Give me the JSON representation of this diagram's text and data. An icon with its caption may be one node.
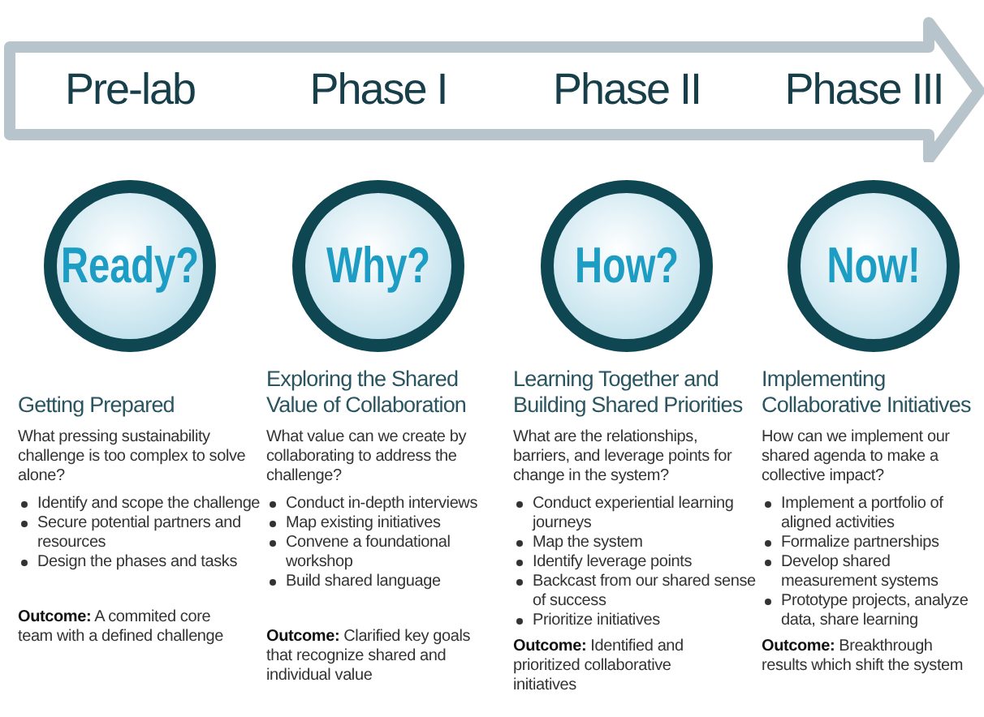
{
  "diagram": {
    "nodes": [
      {
        "text": [
          "Pre-lab",
          "Phase I",
          "Phase II",
          "Phase III"
        ]
      },
      {
        "text": [
          "Ready?"
        ]
      },
      {
        "text": [
          "Why?"
        ]
      },
      {
        "text": [
          "How?"
        ]
      },
      {
        "text": [
          "Now!"
        ]
      }
    ],
    "labels": [
      "Getting Prepared",
      "What pressing sustainability challenge is too complex to solve alone?",
      "Identify and scope the challenge",
      "Secure potential partners and resources",
      "Design the phases and tasks",
      "**Outcome:** A commited core team with a defined challenge",
      "Exploring the Shared Value of Collaboration",
      "What value can we create by collaborating to address the challenge?",
      "Conduct in-depth interviews",
      "Map existing initiatives",
      "Convene a foundational workshop",
      "Build shared language",
      "**Outcome:** Clarified key goals that recognize shared and individual value",
      "Learning Together and Building Shared Priorities",
      "What are the relationships, barriers, and leverage points for change in the system?",
      "Conduct experiential learning journeys",
      "Map the system",
      "Identify leverage points",
      "Backcast from our shared sense of success",
      "Prioritize initiatives",
      "**Outcome:** Identified and prioritized collaborative initiatives",
      "Implementing Collaborative Initiatives",
      "How can we implement our shared agenda to make a collective impact?",
      "Implement a portfolio of aligned activities",
      "Formalize partnerships",
      "Develop shared measurement systems",
      "Prototype projects, analyze data, share learning",
      "**Outcome:** Breakthrough results which shift the system"
    ]
  }
}
